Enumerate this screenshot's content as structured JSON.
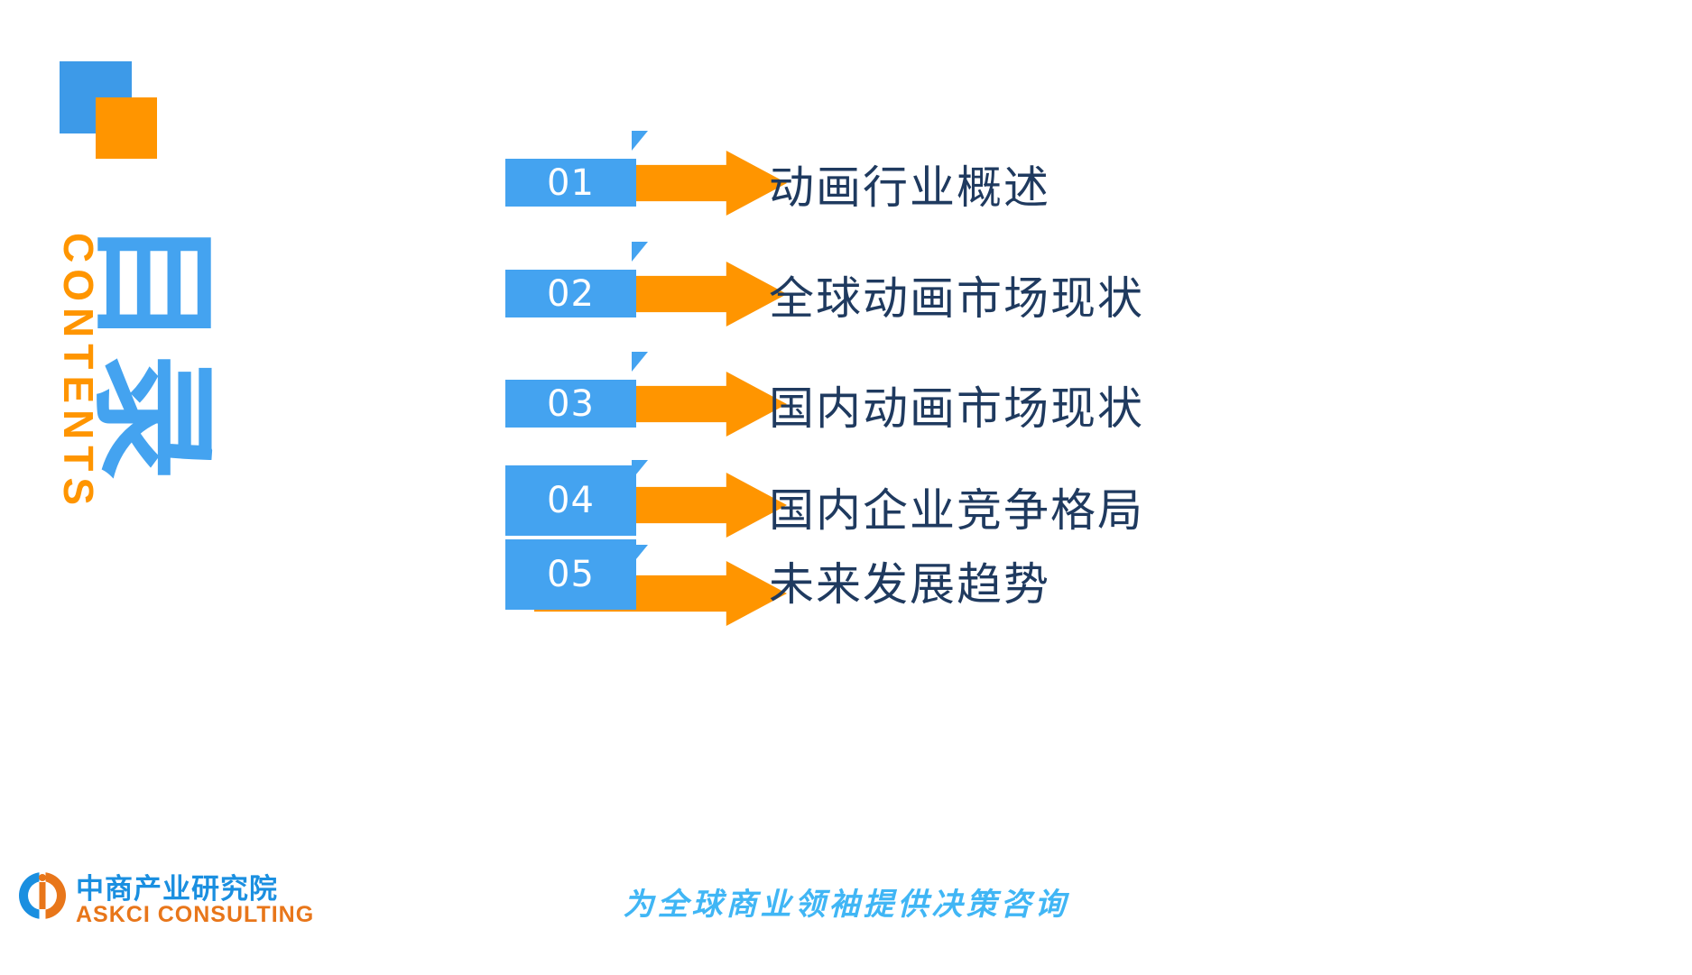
{
  "slide": {
    "background": "#ffffff",
    "accent_blue": "#44a3f0",
    "accent_orange": "#ff9500",
    "title_color": "#1f3a5f"
  },
  "heading": {
    "english": "CONTENTS",
    "chinese": "目录"
  },
  "items": [
    {
      "number": "01",
      "title": "动画行业概述"
    },
    {
      "number": "02",
      "title": "全球动画市场现状"
    },
    {
      "number": "03",
      "title": "国内动画市场现状"
    },
    {
      "number": "04",
      "title": "国内企业竞争格局"
    },
    {
      "number": "05",
      "title": "未来发展趋势"
    }
  ],
  "footer": {
    "logo_cn": "中商产业研究院",
    "logo_en": "ASKCI CONSULTING",
    "tagline": "为全球商业领袖提供决策咨询"
  }
}
